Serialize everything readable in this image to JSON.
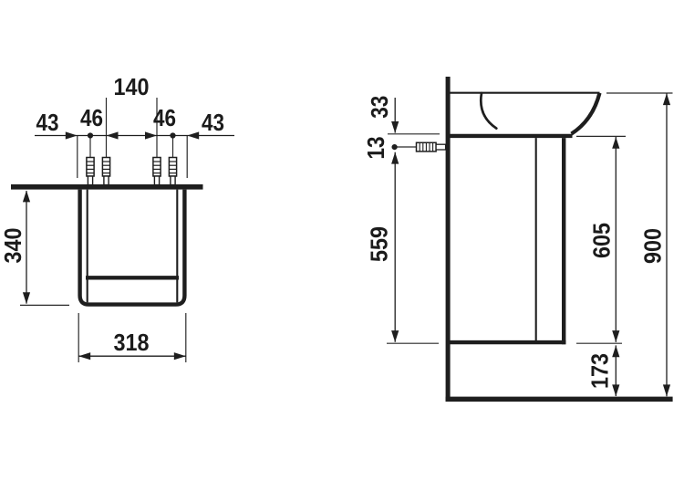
{
  "drawing": {
    "front_view": {
      "hole_spacing_center": "140",
      "offset_edge_left": "43",
      "offset_pair_left": "46",
      "offset_pair_right": "46",
      "offset_edge_right": "43",
      "cabinet_height": "340",
      "cabinet_width": "318"
    },
    "side_view": {
      "rim_to_fixing": "33",
      "fixing_offset": "13",
      "fixing_height": "559",
      "underside_height": "605",
      "total_height": "900",
      "floor_clearance": "173"
    }
  },
  "colors": {
    "line": "#1e1e1e",
    "background": "#ffffff"
  }
}
